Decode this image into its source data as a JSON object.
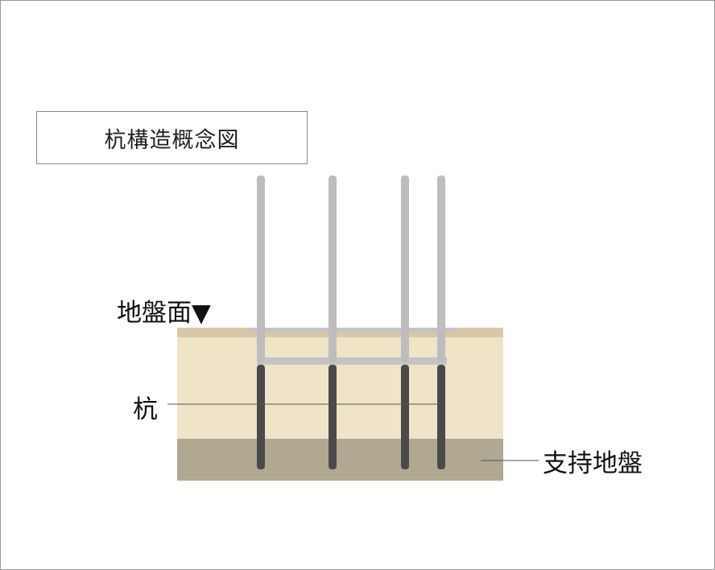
{
  "title": "杭構造概念図",
  "labels": {
    "ground_surface": "地盤面▼",
    "pile": "杭",
    "bearing_stratum": "支持地盤"
  },
  "colors": {
    "topsoil_band": "#d8c8a8",
    "soil": "#efe3c8",
    "bearing_layer": "#b0a890",
    "pile_above_ground": "#bdbdbd",
    "pile_in_ground": "#4a4a4a",
    "leader_line": "#555555"
  },
  "pile_count": 4
}
